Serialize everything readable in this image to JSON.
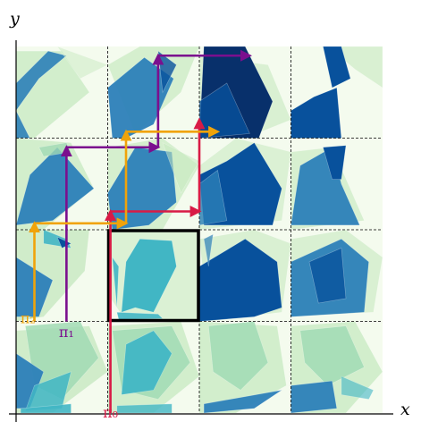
{
  "axes": {
    "x_label": "x",
    "y_label": "y"
  },
  "grid": {
    "columns": 4,
    "rows": 4
  },
  "highlighted_cell": {
    "column": 1,
    "row": 1
  },
  "paths": [
    {
      "label": "π₀",
      "color": "#d81b46"
    },
    {
      "label": "π₁",
      "color": "#7b0f8e"
    },
    {
      "label": "π₂",
      "color": "#f0a30a"
    }
  ],
  "colors": {
    "background": "#ffffff",
    "cell_base": "#f4fbee",
    "light_green": "#c7e9c0",
    "mid_green": "#a1dab4",
    "light_blue": "#41b6c4",
    "mid_blue": "#2c7fb8",
    "dark_blue": "#08519c",
    "navy": "#08306b",
    "highlight_box": "#000000",
    "grid_line": "#000000",
    "axis": "#000000"
  }
}
